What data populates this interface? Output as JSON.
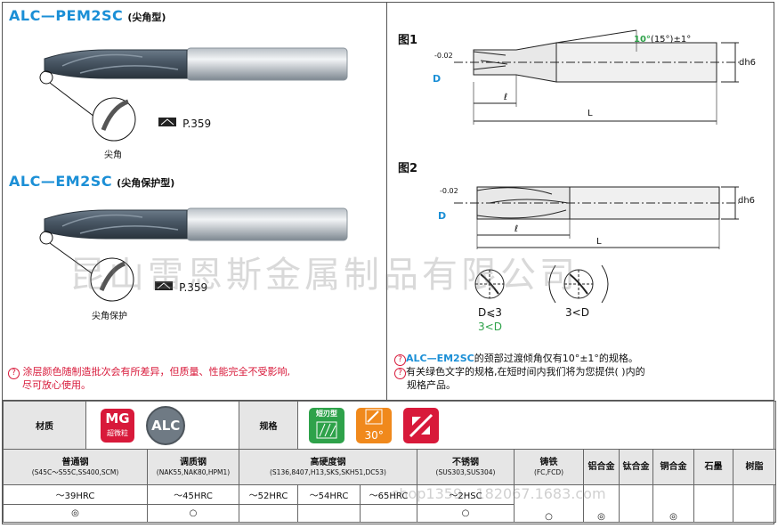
{
  "left": {
    "product1": {
      "name": "ALC—PEM2SC",
      "type": "(尖角型)",
      "ref": "P.359",
      "callout": "尖角"
    },
    "product2": {
      "name": "ALC—EM2SC",
      "type": "(尖角保护型)",
      "ref": "P.359",
      "callout": "尖角保护"
    },
    "note": {
      "icon": "?",
      "line1": "涂层颜色随制造批次会有所差异，但质量、性能完全不受影响,",
      "line2": "尽可放心使用。"
    }
  },
  "right": {
    "fig1": {
      "title": "图1",
      "angle_green": "10°",
      "angle_rest": "(15°)±1°",
      "dim_d": "D",
      "tol_d": "-0.02",
      "dim_shank": "dh6",
      "dim_l": "ℓ",
      "dim_L": "L"
    },
    "fig2": {
      "title": "图2",
      "dim_d": "D",
      "tol_d": "-0.02",
      "dim_shank": "dh6",
      "dim_l": "ℓ",
      "dim_L": "L"
    },
    "section_left": {
      "label1": "D⩽3",
      "label2": "3<D"
    },
    "section_right": {
      "label": "3<D"
    },
    "notes": [
      {
        "icon": "?",
        "highlight": "ALC—EM2SC",
        "text": "的颈部过渡倾角仅有10°±1°的规格。"
      },
      {
        "icon": "?",
        "text": "有关绿色文字的规格,在短时间内我们将为您提供(  )内的",
        "text2": "规格产品。"
      }
    ]
  },
  "badges": {
    "material_label": "材质",
    "mg_top": "MG",
    "mg_bottom": "超微粒",
    "alc": "ALC",
    "spec_label": "规格",
    "short_blade": "短刃型",
    "angle": "30°"
  },
  "table": {
    "columns": [
      {
        "name": "普通钢",
        "sub": "(S45C～S55C,SS400,SCM)"
      },
      {
        "name": "调质钢",
        "sub": "(NAK55,NAK80,HPM1)"
      },
      {
        "name": "高硬度钢",
        "sub": "(S136,8407,H13,SKS,SKH51,DC53)"
      },
      {
        "name": "不锈钢",
        "sub": "(SUS303,SUS304)"
      },
      {
        "name": "铸铁",
        "sub": "(FC,FCD)"
      },
      {
        "name": "铝合金",
        "sub": ""
      },
      {
        "name": "钛合金",
        "sub": ""
      },
      {
        "name": "铜合金",
        "sub": ""
      },
      {
        "name": "石墨",
        "sub": ""
      },
      {
        "name": "树脂",
        "sub": ""
      }
    ],
    "hrc": [
      "～39HRC",
      "～45HRC",
      "～52HRC",
      "～54HRC",
      "～65HRC",
      "～2HSC"
    ],
    "marks": [
      "◎",
      "○",
      "",
      "",
      "",
      "○",
      "○",
      "◎",
      "",
      "◎",
      "",
      ""
    ]
  },
  "watermarks": {
    "main": "昆山雷恩斯金属制品有限公司",
    "phone": "shop1359...182067.1683.com"
  },
  "colors": {
    "accent_blue": "#1b8fd6",
    "note_red": "#d8193a",
    "mg_red": "#d8193a",
    "alc_gray": "#6f7a84",
    "green": "#2ea24a",
    "orange": "#f0891c"
  }
}
